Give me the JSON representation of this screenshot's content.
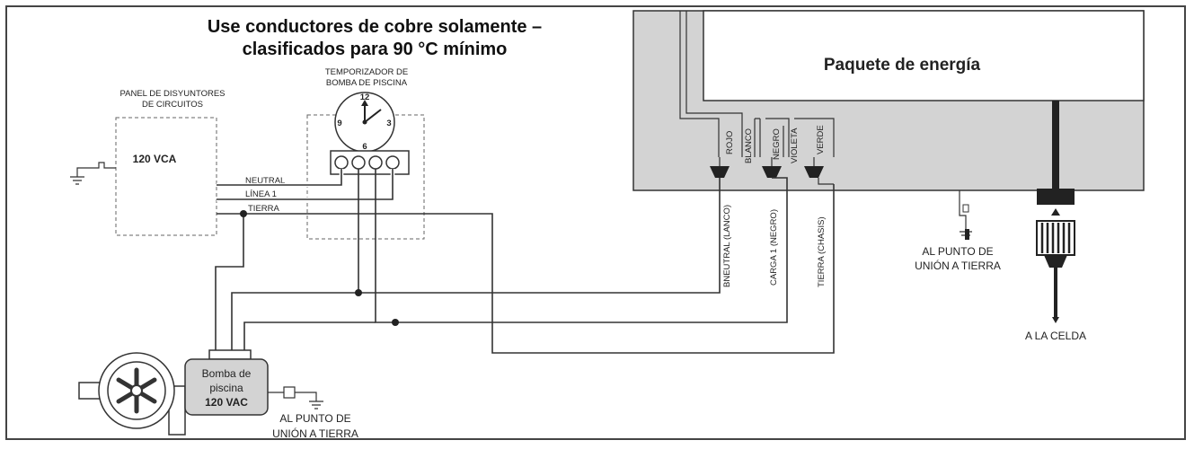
{
  "title": {
    "line1": "Use conductores de cobre solamente –",
    "line2": "clasificados para 90 °C mínimo"
  },
  "breaker_panel": {
    "label_line1": "PANEL DE DISYUNTORES",
    "label_line2": "DE CIRCUITOS",
    "voltage": "120 VCA"
  },
  "wires": {
    "neutral": "NEUTRAL",
    "line1": "LÍNEA 1",
    "ground": "TIERRA"
  },
  "timer": {
    "label_line1": "TEMPORIZADOR DE",
    "label_line2": "BOMBA DE PISCINA",
    "dial": [
      "12",
      "3",
      "6",
      "9"
    ]
  },
  "power_pack": {
    "title": "Paquete de energía",
    "lead_colors": [
      "ROJO",
      "BLANCO",
      "NEGRO",
      "VIOLETA",
      "VERDE"
    ],
    "connection_labels": [
      "BNEUTRAL (LANCO)",
      "CARGA 1 (NEGRO)",
      "TIERRA (CHASIS)"
    ]
  },
  "bonding_right": {
    "line1": "AL PUNTO DE",
    "line2": "UNIÓN A TIERRA"
  },
  "cell": {
    "label": "A LA CELDA"
  },
  "pump": {
    "line1": "Bomba de",
    "line2": "piscina",
    "voltage": "120 VAC"
  },
  "bonding_pump": {
    "line1": "AL PUNTO DE",
    "line2": "UNIÓN A TIERRA"
  }
}
